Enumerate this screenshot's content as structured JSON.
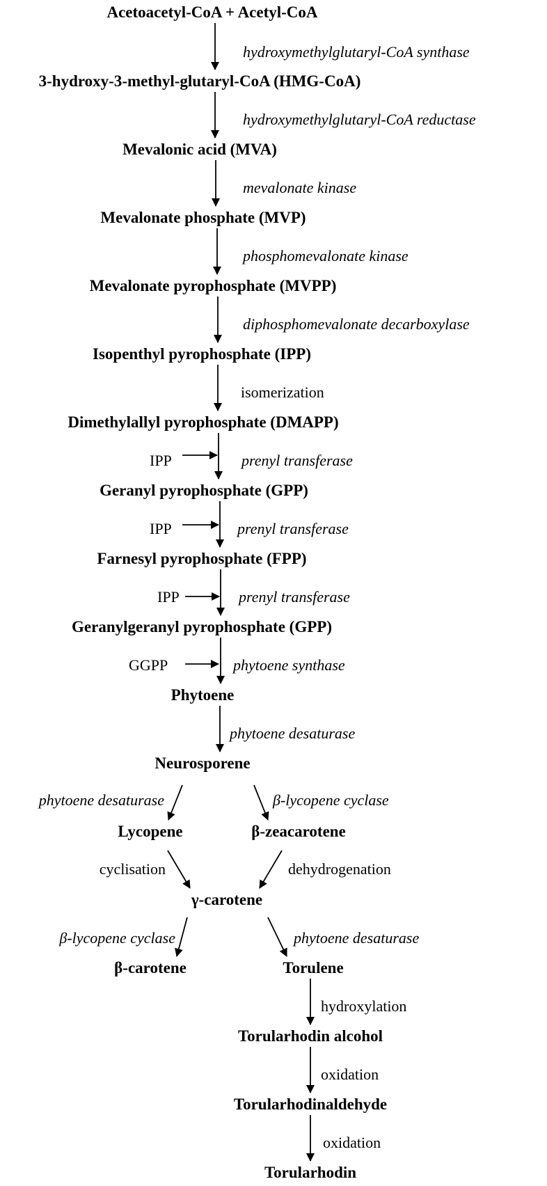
{
  "compounds": {
    "acetoacetyl": "Acetoacetyl-CoA + Acetyl-CoA",
    "hmg_coa": "3-hydroxy-3-methyl-glutaryl-CoA (HMG-CoA)",
    "mva": "Mevalonic acid (MVA)",
    "mvp": "Mevalonate phosphate (MVP)",
    "mvpp": "Mevalonate pyrophosphate (MVPP)",
    "ipp": "Isopenthyl pyrophosphate (IPP)",
    "dmapp": "Dimethylallyl pyrophosphate (DMAPP)",
    "gpp": "Geranyl pyrophosphate (GPP)",
    "fpp": "Farnesyl pyrophosphate (FPP)",
    "ggpp": "Geranylgeranyl pyrophosphate (GPP)",
    "phytoene": "Phytoene",
    "neurosporene": "Neurosporene",
    "lycopene": "Lycopene",
    "beta_zeacarotene": "β-zeacarotene",
    "gamma_carotene": "γ-carotene",
    "beta_carotene": "β-carotene",
    "torulene": "Torulene",
    "torularhodin_alcohol": "Torularhodin alcohol",
    "torularhodinaldehyde": "Torularhodinaldehyde",
    "torularhodin": "Torularhodin"
  },
  "enzymes": {
    "hmg_synthase": "hydroxymethylglutaryl-CoA synthase",
    "hmg_reductase": "hydroxymethylglutaryl-CoA reductase",
    "mevalonate_kinase": "mevalonate kinase",
    "phosphomevalonate_kinase": "phosphomevalonate kinase",
    "decarboxylase": "diphosphomevalonate decarboxylase",
    "prenyl_1": "prenyl transferase",
    "prenyl_2": "prenyl transferase",
    "prenyl_3": "prenyl transferase",
    "phytoene_synthase": "phytoene synthase",
    "phytoene_desaturase_1": "phytoene desaturase",
    "phytoene_desaturase_2": "phytoene desaturase",
    "beta_lycopene_cyclase_1": "β-lycopene cyclase",
    "beta_lycopene_cyclase_2": "β-lycopene cyclase",
    "phytoene_desaturase_3": "phytoene desaturase"
  },
  "processes": {
    "isomerization": "isomerization",
    "cyclisation": "cyclisation",
    "dehydrogenation": "dehydrogenation",
    "hydroxylation": "hydroxylation",
    "oxidation_1": "oxidation",
    "oxidation_2": "oxidation"
  },
  "substrates": {
    "ipp_1": "IPP",
    "ipp_2": "IPP",
    "ipp_3": "IPP",
    "ggpp": "GGPP"
  }
}
